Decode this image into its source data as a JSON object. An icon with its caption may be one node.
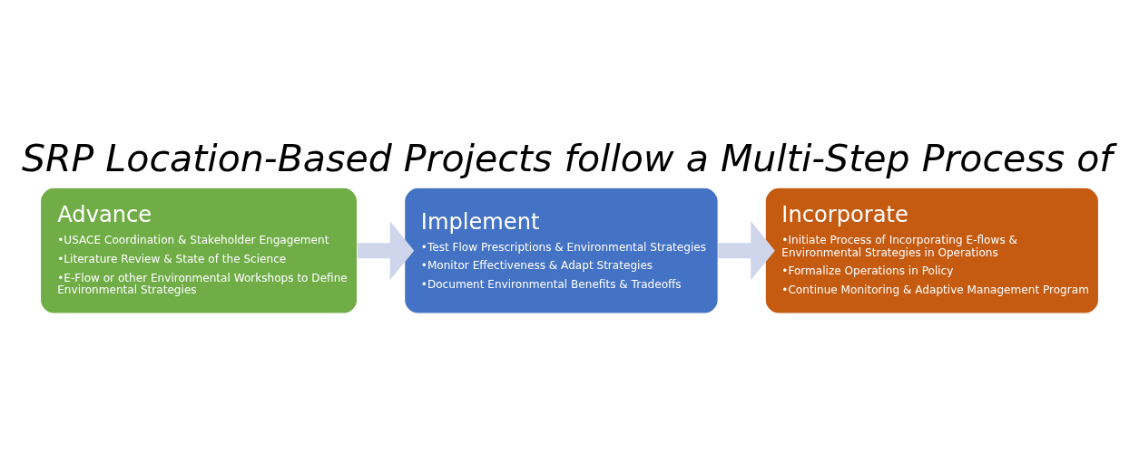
{
  "diagram": {
    "title": "SRP Location-Based Projects follow a Multi-Step Process of",
    "nodes": [
      {
        "text": [
          "Advance",
          "•USACE Coordination & Stakeholder Engagement",
          "•Literature Review & State of the Science",
          "•E-Flow or other Environmental Workshops to Define Environmental Strategies"
        ]
      },
      {
        "text": [
          "Implement",
          "•Test Flow Prescriptions & Environmental Strategies",
          "•Monitor Effectiveness & Adapt Strategies",
          "•Document Environmental Benefits & Tradeoffs"
        ]
      },
      {
        "text": [
          "Incorporate",
          "•Initiate Process of Incorporating E-flows & Environmental Strategies in Operations",
          "•Formalize Operations in Policy",
          "•Continue Monitoring & Adaptive Management Program"
        ]
      }
    ],
    "edges": [
      {
        "from": 0,
        "to": 1,
        "arrow": "to"
      },
      {
        "from": 1,
        "to": 2,
        "arrow": "to"
      }
    ]
  }
}
